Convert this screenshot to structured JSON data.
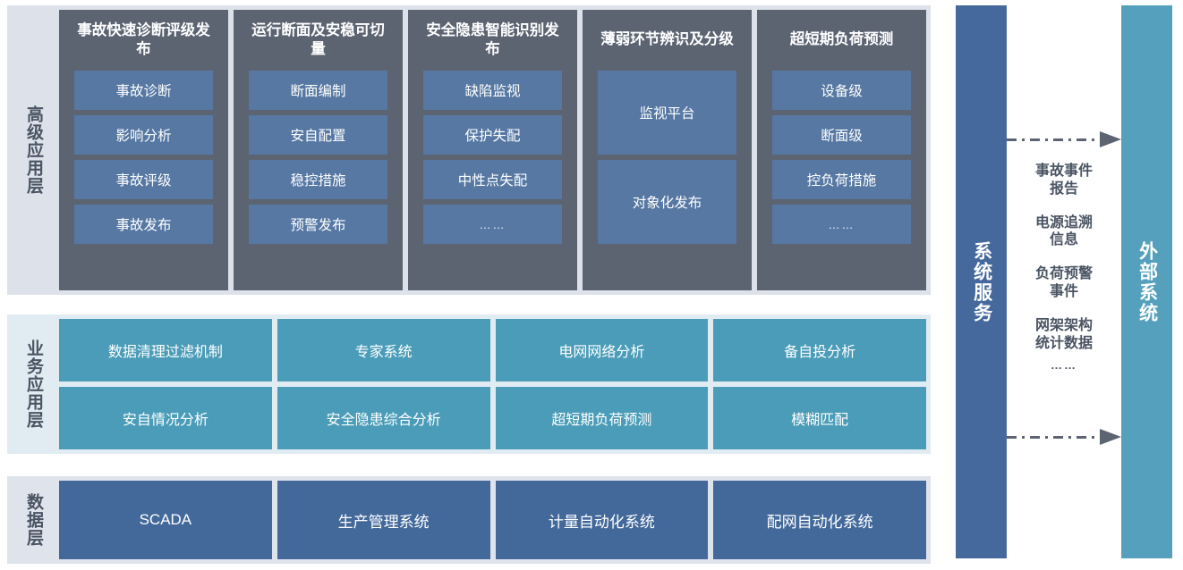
{
  "colors": {
    "advanced_band_bg": "#dde2ea",
    "advanced_card_bg": "#5c6472",
    "advanced_item_bg": "#5678a3",
    "business_band_bg": "#e1ecf2",
    "business_item_bg": "#4a9cb8",
    "data_band_bg": "#dfe3ec",
    "data_item_bg": "#43699b",
    "system_service_pillar": "#45699c",
    "external_system_pillar": "#55a1bd",
    "arrow": "#5c6472",
    "label_text": "#4a5463"
  },
  "layers": {
    "advanced": {
      "label": "高级应用层",
      "columns": [
        {
          "title": "事故快速诊断评级发布",
          "items": [
            "事故诊断",
            "影响分析",
            "事故评级",
            "事故发布"
          ]
        },
        {
          "title": "运行断面及安稳可切量",
          "items": [
            "断面编制",
            "安自配置",
            "稳控措施",
            "预警发布"
          ]
        },
        {
          "title": "安全隐患智能识别发布",
          "items": [
            "缺陷监视",
            "保护失配",
            "中性点失配",
            "……"
          ]
        },
        {
          "title": "薄弱环节辨识及分级",
          "items": [
            "监视平台",
            "对象化发布"
          ]
        },
        {
          "title": "超短期负荷预测",
          "items": [
            "设备级",
            "断面级",
            "控负荷措施",
            "……"
          ]
        }
      ]
    },
    "business": {
      "label": "业务应用层",
      "items": [
        "数据清理过滤机制",
        "专家系统",
        "电网网络分析",
        "备自投分析",
        "安自情况分析",
        "安全隐患综合分析",
        "超短期负荷预测",
        "模糊匹配"
      ]
    },
    "data": {
      "label": "数据层",
      "items": [
        "SCADA",
        "生产管理系统",
        "计量自动化系统",
        "配网自动化系统"
      ]
    }
  },
  "pillars": {
    "system_service": "系统服务",
    "external_system": "外部系统"
  },
  "flow": {
    "labels": [
      "事故事件\n报告",
      "电源追溯\n信息",
      "负荷预警\n事件",
      "网架架构\n统计数据"
    ],
    "ellipsis": "……"
  }
}
